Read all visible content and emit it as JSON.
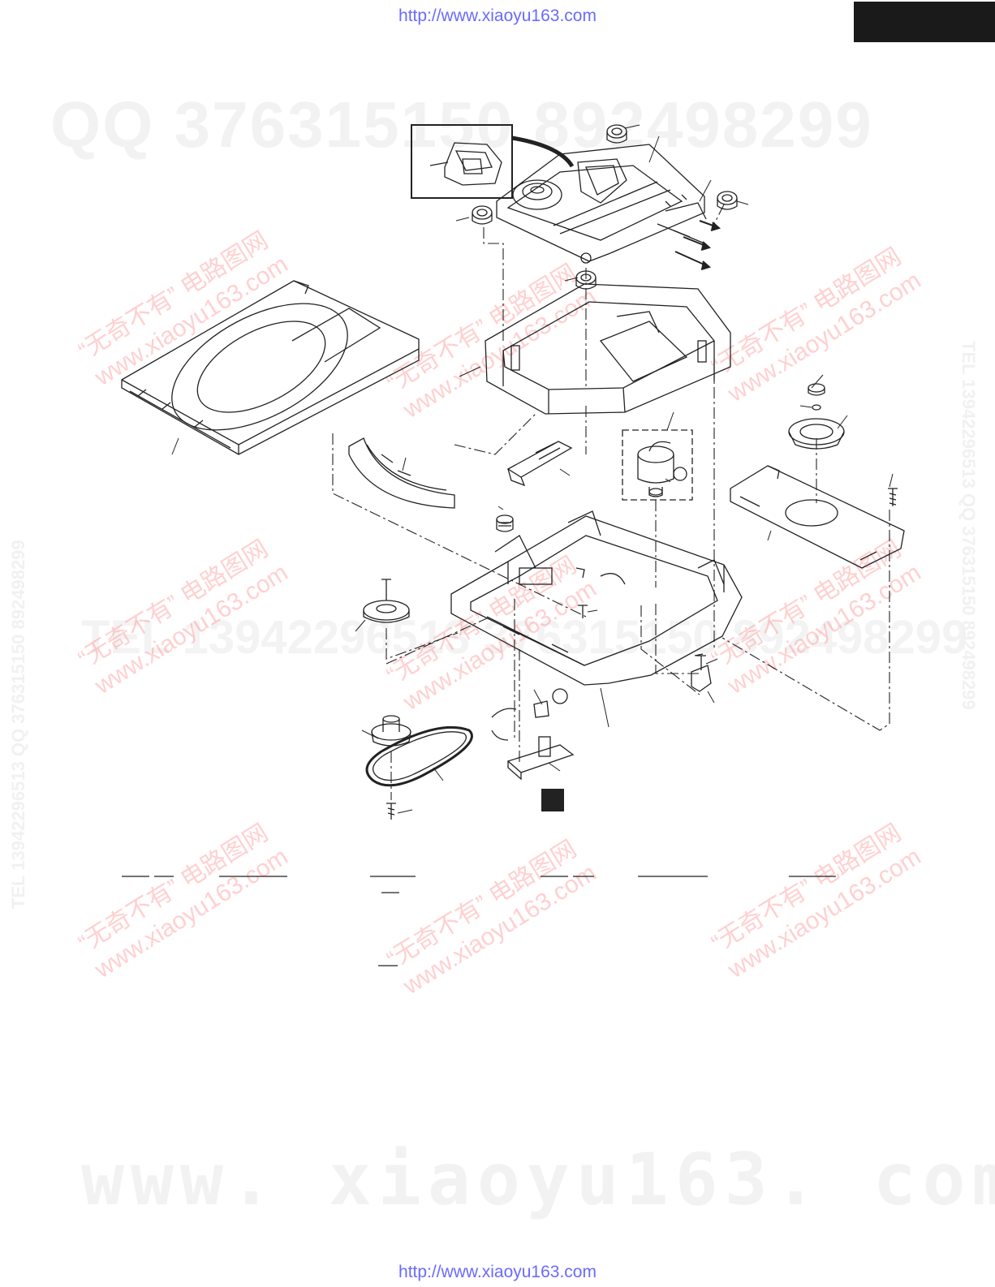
{
  "header": {
    "url_top": "http://www.xiaoyu163.com",
    "url_bottom": "http://www.xiaoyu163.com"
  },
  "watermarks": {
    "qq": "QQ 376315150  892498299",
    "tel": "TEL 13942296513  376315150  892498299",
    "www": "www. xiaoyu163. com",
    "side_left": "TEL 13942296513  QQ 376315150 892498299",
    "side_right": "TEL 13942296513  QQ 376315150 892498299",
    "stamp_line1": "“无奇不有” 电路图网",
    "stamp_line2": "www.xiaoyu163.com"
  },
  "colors": {
    "url": "#6a6aff",
    "line": "#222222",
    "tab": "#1a1a1a"
  }
}
